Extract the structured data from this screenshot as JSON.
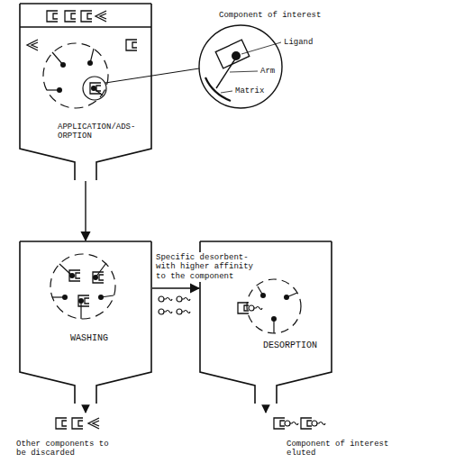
{
  "diagram": {
    "nodes": [
      {
        "text": [
          "APPLICATION/ADS- ORPTION"
        ]
      },
      {
        "text": [
          "Component of interest",
          "Ligand",
          "Arm",
          "Matrix"
        ]
      },
      {
        "text": [
          "WASHING"
        ]
      },
      {
        "text": [
          "DESORPTION"
        ]
      }
    ],
    "edges": [
      {
        "from": 0,
        "to": 2,
        "arrow": "to"
      },
      {
        "from": 2,
        "to": 3,
        "arrow": "to",
        "label": "Specific desorbent- with higher affinity to the component"
      }
    ],
    "labels": [
      "Other components to be discarded",
      "Component of interest eluted"
    ]
  }
}
